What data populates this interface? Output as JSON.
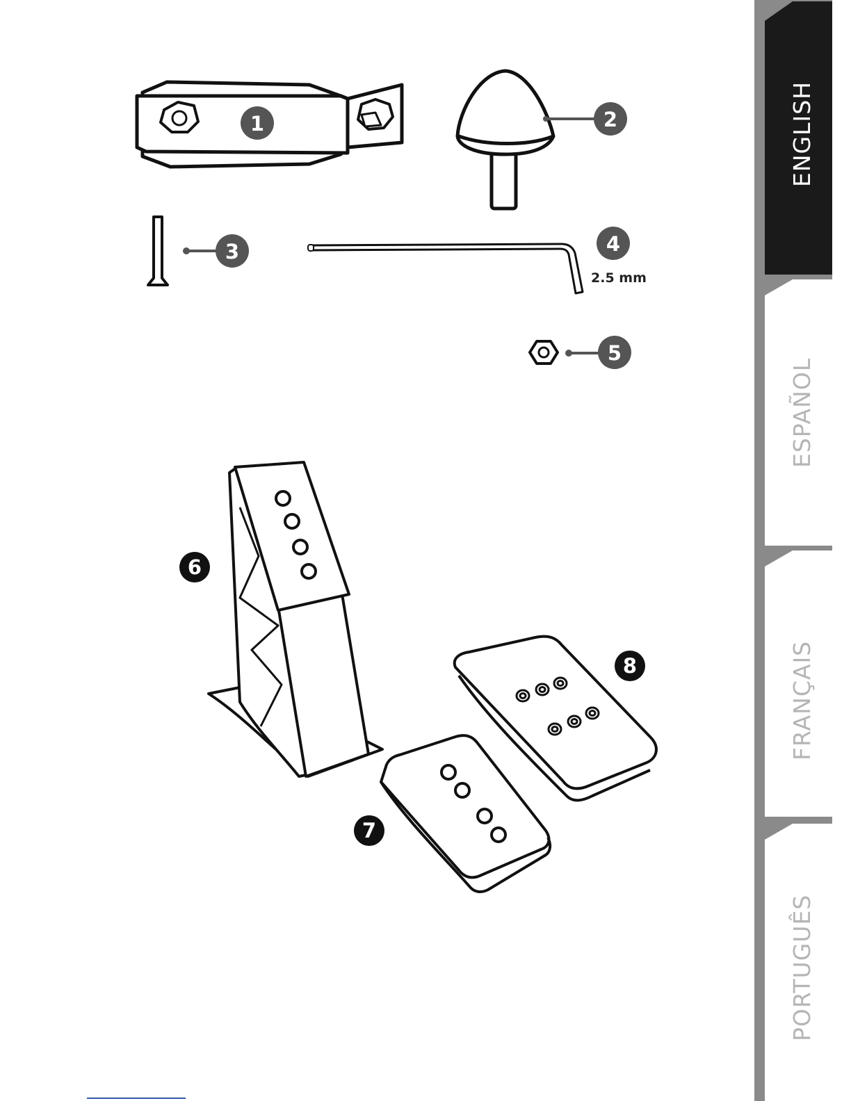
{
  "language_tabs": [
    {
      "label": "ENGLISH",
      "active": true
    },
    {
      "label": "ESPAÑOL",
      "active": false
    },
    {
      "label": "FRANÇAIS",
      "active": false
    },
    {
      "label": "PORTUGUÊS",
      "active": false
    }
  ],
  "parts": [
    {
      "number": "1",
      "name": "bracket"
    },
    {
      "number": "2",
      "name": "cone-stop"
    },
    {
      "number": "3",
      "name": "screw"
    },
    {
      "number": "4",
      "name": "hex-key",
      "size": "2.5 mm"
    },
    {
      "number": "5",
      "name": "nut"
    },
    {
      "number": "6",
      "name": "pedal-arm"
    },
    {
      "number": "7",
      "name": "small-pedal-plate"
    },
    {
      "number": "8",
      "name": "large-pedal-plate"
    }
  ],
  "colors": {
    "tab_active_bg": "#1a1a1a",
    "tab_active_text": "#ffffff",
    "tab_inactive_bg": "#ffffff",
    "tab_inactive_text": "#b5b5b5",
    "tab_shadow": "#8a8a8a",
    "callout_grey": "#555555",
    "callout_black": "#111111"
  }
}
